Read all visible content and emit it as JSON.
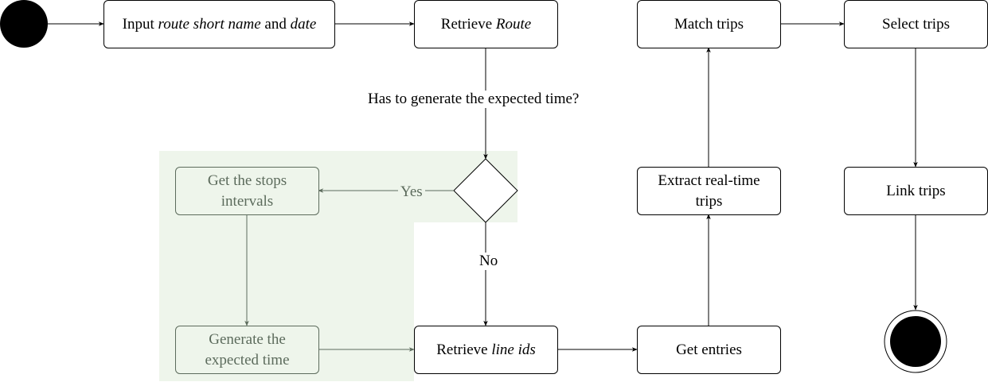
{
  "nodes": {
    "input": {
      "prefix": "Input ",
      "route_short_name": "route short name",
      "and": " and ",
      "date": "date"
    },
    "retrieve_route": {
      "prefix": "Retrieve ",
      "route": "Route"
    },
    "match_trips": "Match trips",
    "select_trips": "Select trips",
    "get_stops_intervals": [
      "Get the stops",
      "intervals"
    ],
    "generate_expected_time": [
      "Generate the",
      "expected time"
    ],
    "retrieve_line_ids": {
      "prefix": "Retrieve ",
      "line_ids": "line ids"
    },
    "get_entries": "Get entries",
    "extract_realtime_trips": [
      "Extract real-time",
      "trips"
    ],
    "link_trips": "Link trips"
  },
  "edges": {
    "decision_question": "Has to generate the expected time?",
    "yes": "Yes",
    "no": "No"
  },
  "colors": {
    "stroke": "#000000",
    "highlight_fill": "#eef5eb",
    "highlight_stroke": "#5c6b5c"
  }
}
